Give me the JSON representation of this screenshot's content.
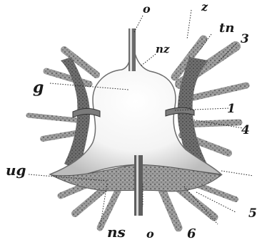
{
  "labels": {
    "o_top": "o",
    "z": "z",
    "tn": "tn",
    "n3": "3",
    "nz": "nz",
    "g": "g",
    "n1": "1",
    "n4": "4",
    "ug": "ug",
    "n5": "5",
    "ns": "ns",
    "o_bottom": "o",
    "n6": "6"
  }
}
